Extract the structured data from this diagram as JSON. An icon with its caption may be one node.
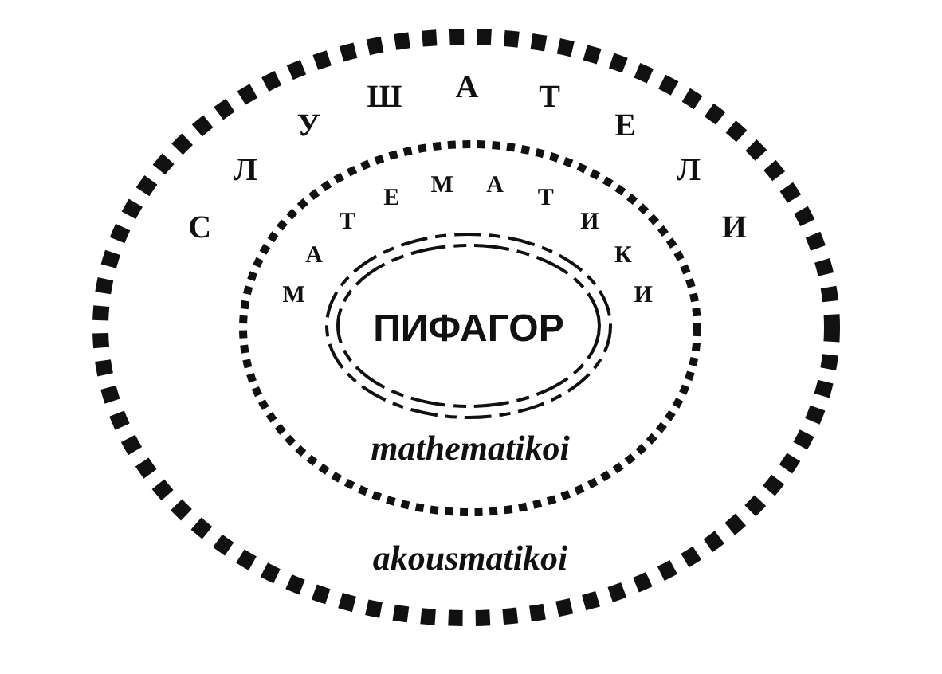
{
  "diagram": {
    "nodes": [
      {
        "text": [
          "С",
          "Л",
          "У",
          "Ш",
          "А",
          "Т",
          "Е",
          "Л",
          "И",
          "akousmatikoi"
        ]
      },
      {
        "text": [
          "М",
          "А",
          "Т",
          "Е",
          "М",
          "А",
          "Т",
          "И",
          "К",
          "И",
          "mathematikoi"
        ],
        "in": 0
      },
      {
        "text": [
          "ПИФАГОР"
        ],
        "in": 1
      }
    ]
  }
}
